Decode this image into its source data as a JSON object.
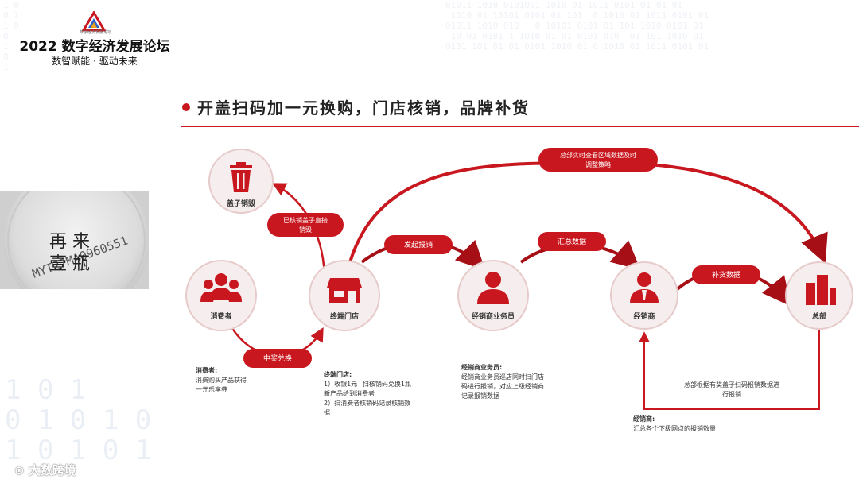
{
  "header": {
    "logo_small_text": "数字经济发展论坛",
    "forum_title": "2022 数字经济发展论坛",
    "forum_subtitle": "数智赋能 · 驱动未来"
  },
  "photo": {
    "cap_code": "MYT27MA0960551",
    "cap_chars_top": "再 来",
    "cap_chars_bottom": "壹 瓶"
  },
  "section_title": "开盖扫码加一元换购，门店核销，品牌补货",
  "nodes": {
    "cap_destroy": "盖子销毁",
    "consumer": "消费者",
    "store": "终端门店",
    "salesman": "经销商业务员",
    "distributor": "经销商",
    "hq": "总部"
  },
  "arrow_labels": {
    "destroyed": "已核销盖子直接销毁",
    "prize": "中奖兑换",
    "initiate": "发起报销",
    "summary": "汇总数据",
    "replenish": "补货数据",
    "hq_view": "总部实时查看区域数据及时调整策略",
    "hq_reimburse": "总部根据有奖盖子扫码报销数据进行报销"
  },
  "descriptions": {
    "consumer_title": "消费者:",
    "consumer_lines": [
      "消费购买产品获得",
      "一元乐享券"
    ],
    "store_title": "终端门店:",
    "store_lines": [
      "1）收银1元+扫核销码兑换1瓶",
      "新产品给到消费者",
      "2）扫消费者核销码记录核销数",
      "据"
    ],
    "salesman_title": "经销商业务员:",
    "salesman_lines": [
      "经销商业务员巡店同时扫门店",
      "码进行报销，对应上级经销商",
      "记录报销数据"
    ],
    "distributor_title": "经销商:",
    "distributor_lines": [
      "汇总各个下级网点的报销数量"
    ]
  },
  "footer": {
    "brand": "大数跨境"
  },
  "colors": {
    "accent": "#c8171e",
    "circle_fill": "#f6eeee"
  }
}
